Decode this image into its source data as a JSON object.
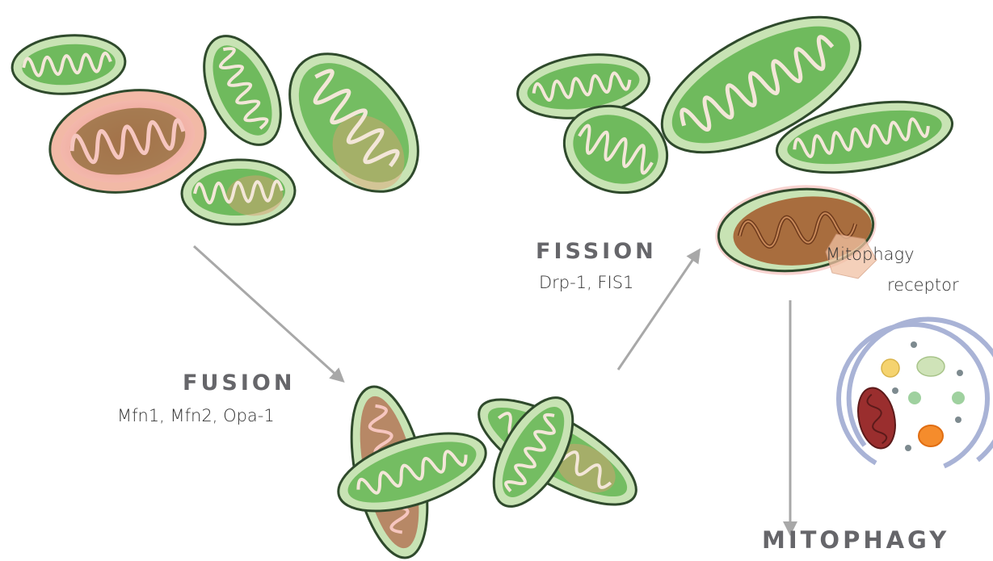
{
  "labels": {
    "fusion": {
      "title": "FUSION",
      "proteins": "Mfn1, Mfn2, Opa-1"
    },
    "fission": {
      "title": "FISSION",
      "proteins": "Drp-1, FIS1"
    },
    "mitophagy": {
      "title": "MITOPHAGY",
      "receptor_line1": "Mitophagy",
      "receptor_line2": "receptor"
    }
  },
  "colors": {
    "healthy_fill": "#c8e3b4",
    "matrix": "#5fb34d",
    "outline": "#2f4a2c",
    "damaged_tint": "#e88a80",
    "damaged_brown": "#a86d3e",
    "lysosome_ring": "#a9b3d6",
    "arrow": "#a8a8a8",
    "heading": "#66666a"
  },
  "icons": {
    "mitochondrion": "mitochondrion-icon",
    "lysosome": "lysosome-icon",
    "receptor": "receptor-icon"
  }
}
